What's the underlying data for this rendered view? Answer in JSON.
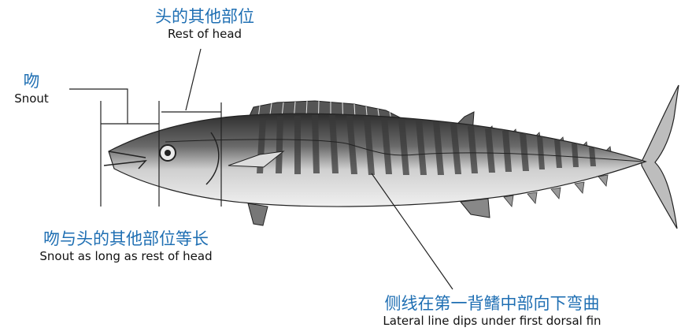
{
  "labels": {
    "rest_of_head": {
      "zh": "头的其他部位",
      "en": "Rest of head"
    },
    "snout": {
      "zh": "吻",
      "en": "Snout"
    },
    "snout_equal": {
      "zh": "吻与头的其他部位等长",
      "en": "Snout as long as rest of head"
    },
    "lateral_line": {
      "zh": "侧线在第一背鳍中部向下弯曲",
      "en": "Lateral line dips under first dorsal fin"
    }
  },
  "colors": {
    "chinese_text": "#1f6fb3",
    "english_text": "#111111",
    "lines": "#222222",
    "fish_dark": "#2b2b2b",
    "fish_light": "#d9d9d9"
  }
}
